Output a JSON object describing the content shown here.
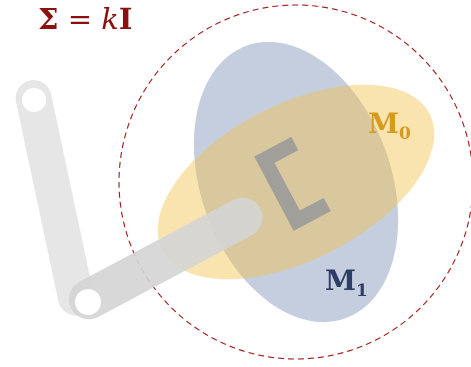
{
  "equation": {
    "lhs": "Σ",
    "eq": " = ",
    "k": "k",
    "I": "I"
  },
  "labels": {
    "m0_main": "M",
    "m0_sub": "0",
    "m1_main": "M",
    "m1_sub": "1"
  },
  "colors": {
    "equation": "#8b1010",
    "circle": "#a01818",
    "ellipse_m0": "#f2c14e",
    "ellipse_m1": "#7f92b8",
    "label_m0": "#d79a1c",
    "label_m1": "#2d3d66",
    "link_far": "#e6e6e6",
    "link_near": "#d4d4d4",
    "gripper": "#9a9a9a"
  }
}
